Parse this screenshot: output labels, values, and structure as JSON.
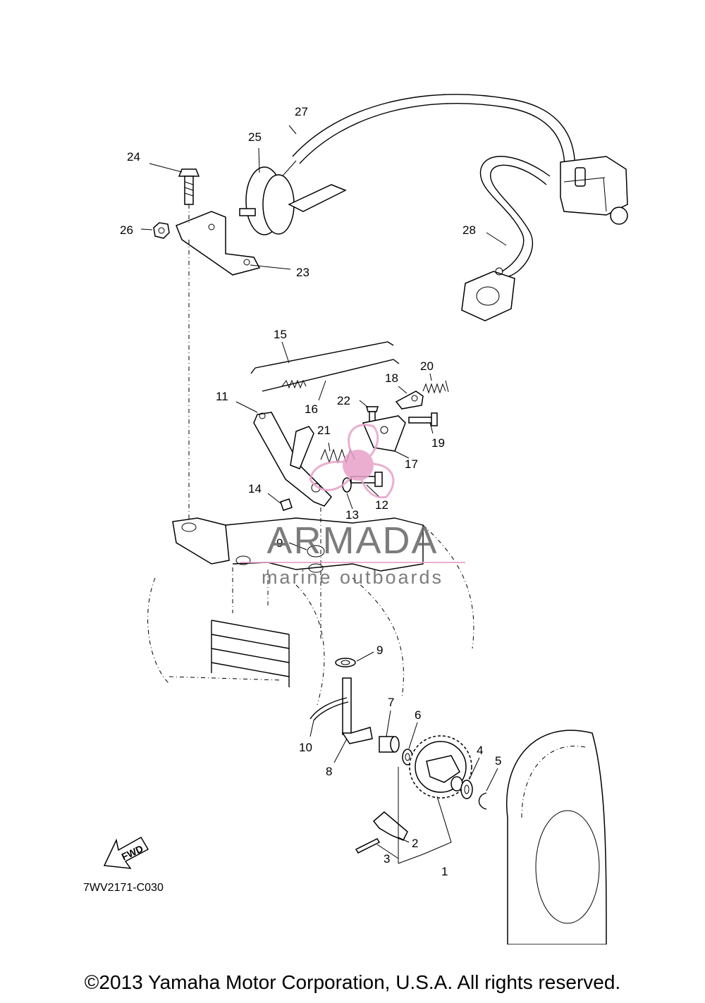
{
  "callouts": [
    "27",
    "25",
    "24",
    "26",
    "23",
    "28",
    "15",
    "20",
    "18",
    "16",
    "22",
    "11",
    "21",
    "19",
    "17",
    "14",
    "12",
    "13",
    "9",
    "9",
    "7",
    "6",
    "10",
    "8",
    "4",
    "5",
    "2",
    "3",
    "1"
  ],
  "drawing_code": "7WV2171-C030",
  "fwd_label": "FWD",
  "watermark": {
    "brand": "ARMADA",
    "tagline": "marine outboards",
    "color": "#e8a0c8"
  },
  "copyright": "©2013 Yamaha Motor Corporation, U.S.A. All rights reserved."
}
